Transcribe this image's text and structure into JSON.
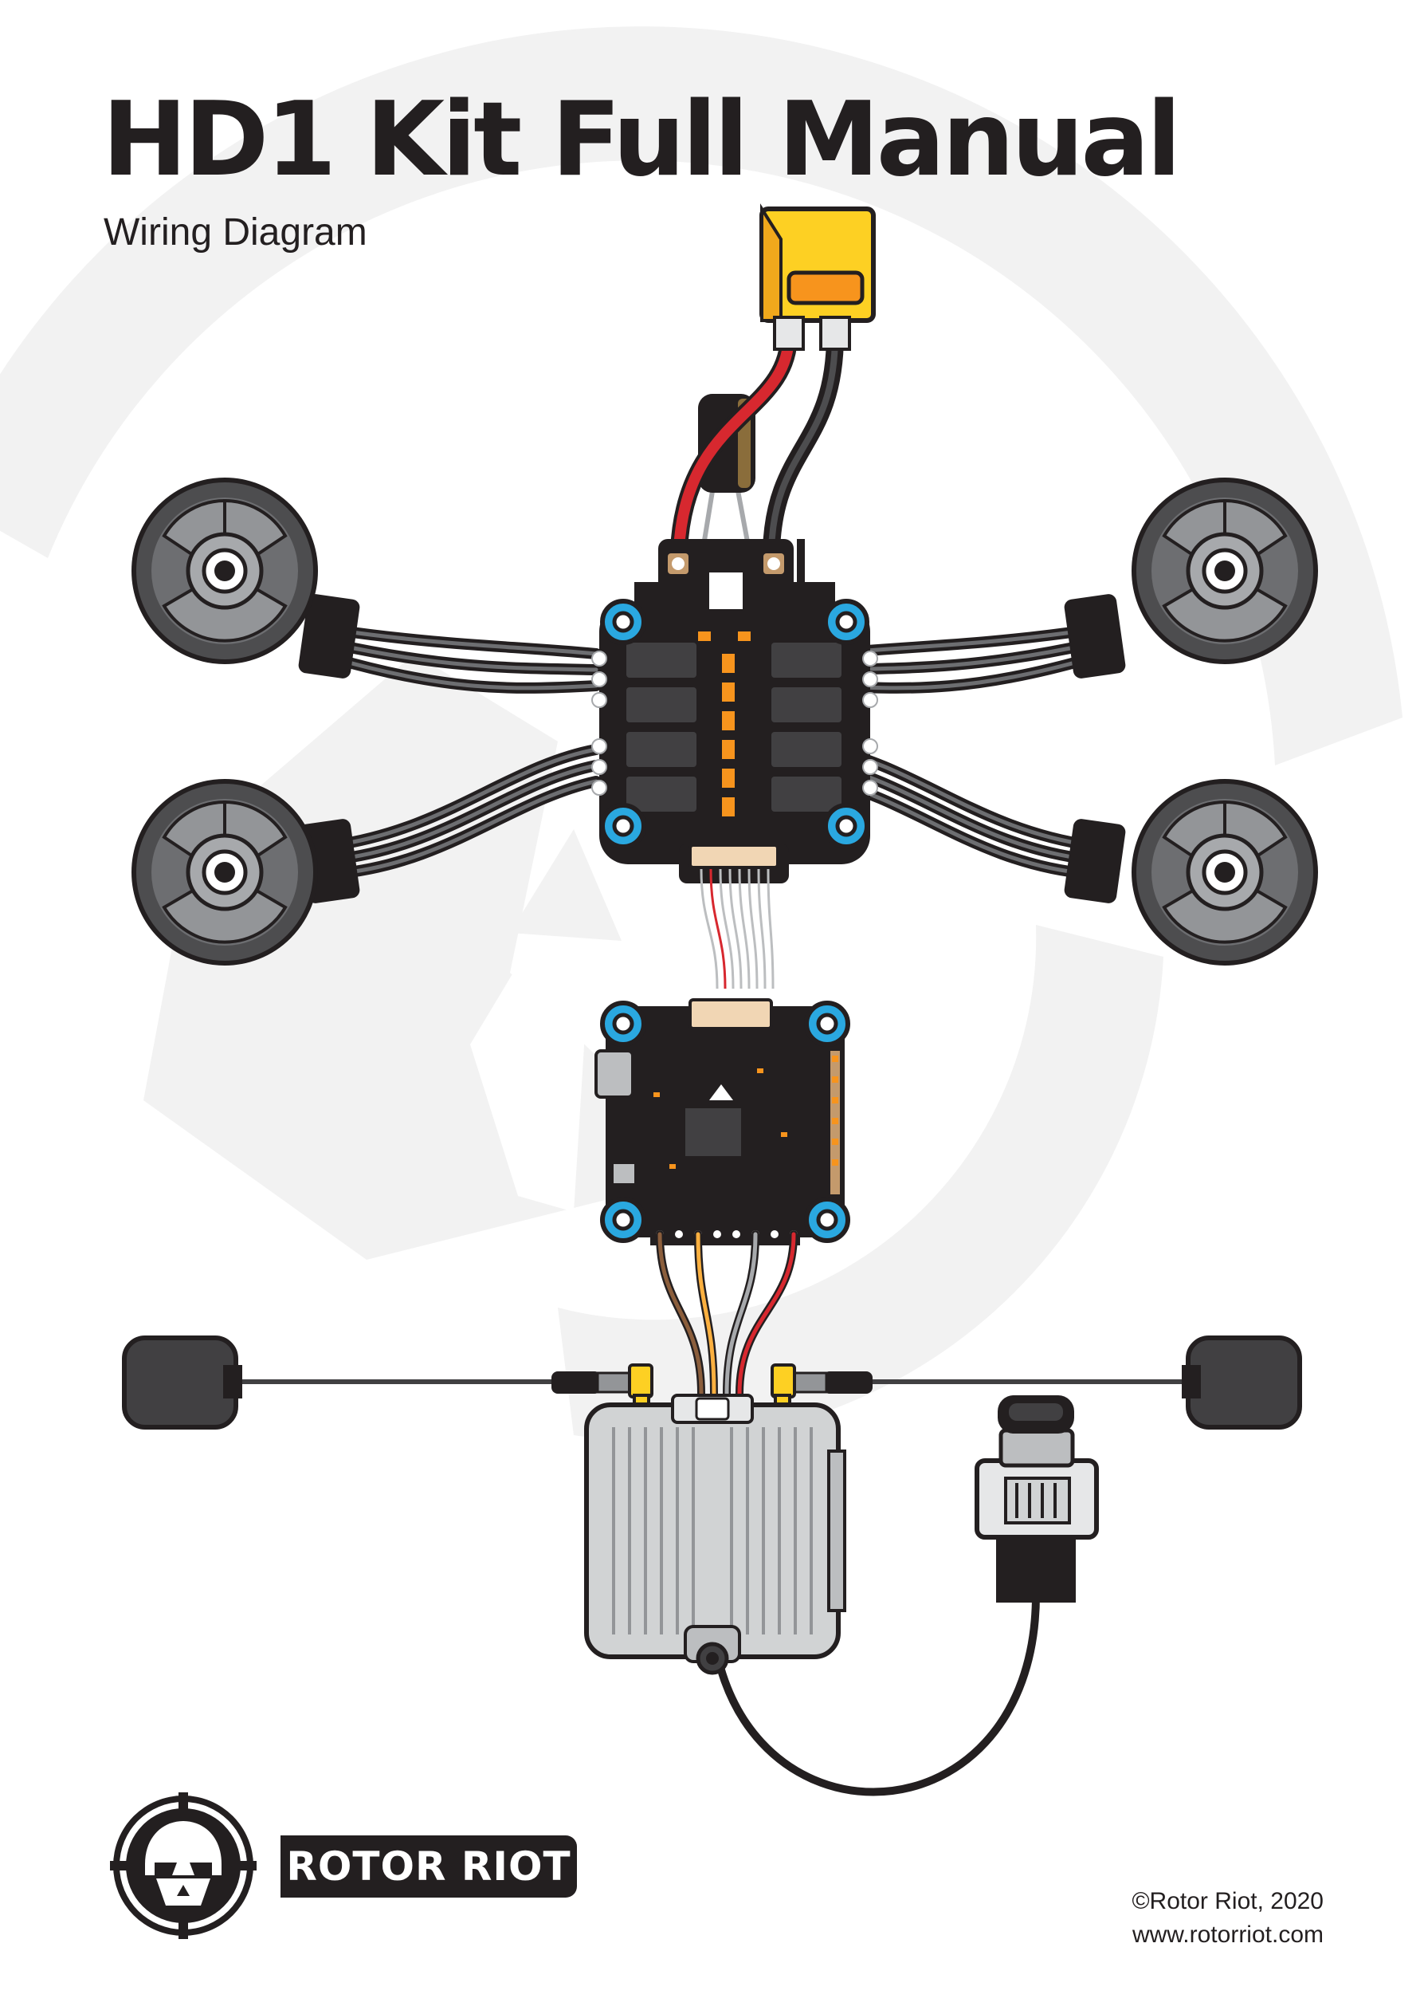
{
  "header": {
    "title": "HD1 Kit Full Manual",
    "subtitle": "Wiring Diagram"
  },
  "brand": {
    "name": "ROTOR RIOT"
  },
  "footer": {
    "copyright": "©Rotor Riot, 2020",
    "website": "www.rotorriot.com"
  },
  "colors": {
    "background": "#ffffff",
    "watermark": "#f2f2f2",
    "text": "#231f20",
    "xt60_yellow": "#fdd023",
    "power_red": "#d7282f",
    "esc_board": "#231f20",
    "mount_blue": "#2aa8e0",
    "motor_gray": "#6d6e71",
    "vtx_silver": "#d1d3d4"
  },
  "icons": {
    "brand_logo": "skull-helmet-icon",
    "motors": "motor-icon",
    "antennas": "antenna-icon",
    "camera": "camera-icon"
  }
}
